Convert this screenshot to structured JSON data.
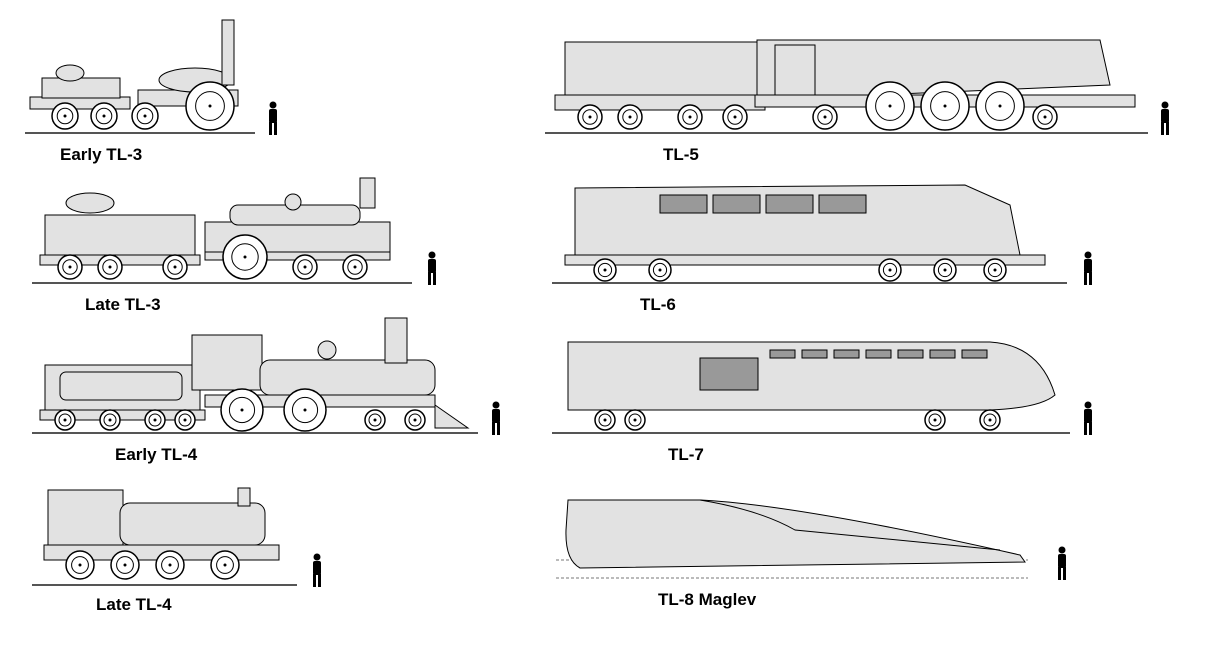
{
  "title": "Train evolution by tech level",
  "colors": {
    "body": "#e2e2e2",
    "outline": "#000000",
    "rail": "#555555",
    "background": "#ffffff"
  },
  "trains": [
    {
      "id": "early-tl3",
      "label": "Early TL-3"
    },
    {
      "id": "late-tl3",
      "label": "Late TL-3"
    },
    {
      "id": "early-tl4",
      "label": "Early TL-4"
    },
    {
      "id": "late-tl4",
      "label": "Late TL-4"
    },
    {
      "id": "tl5",
      "label": "TL-5"
    },
    {
      "id": "tl6",
      "label": "TL-6"
    },
    {
      "id": "tl7",
      "label": "TL-7"
    },
    {
      "id": "tl8",
      "label": "TL-8 Maglev"
    }
  ]
}
